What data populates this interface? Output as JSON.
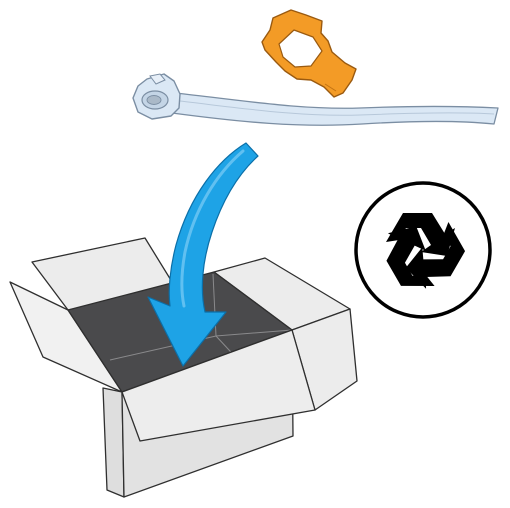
{
  "illustration": {
    "items": [
      {
        "name": "orange-clip",
        "color": "#f39b26"
      },
      {
        "name": "blue-strap",
        "color": "#dbe8f5"
      }
    ],
    "arrow": {
      "color": "#1ea3e6",
      "direction": "down-into-box"
    },
    "recycle_symbol": {
      "icon": "recycle-icon",
      "color": "#000000"
    },
    "box": {
      "color": "#e8e8e8",
      "interior": "#4a4a4c",
      "state": "open"
    }
  }
}
